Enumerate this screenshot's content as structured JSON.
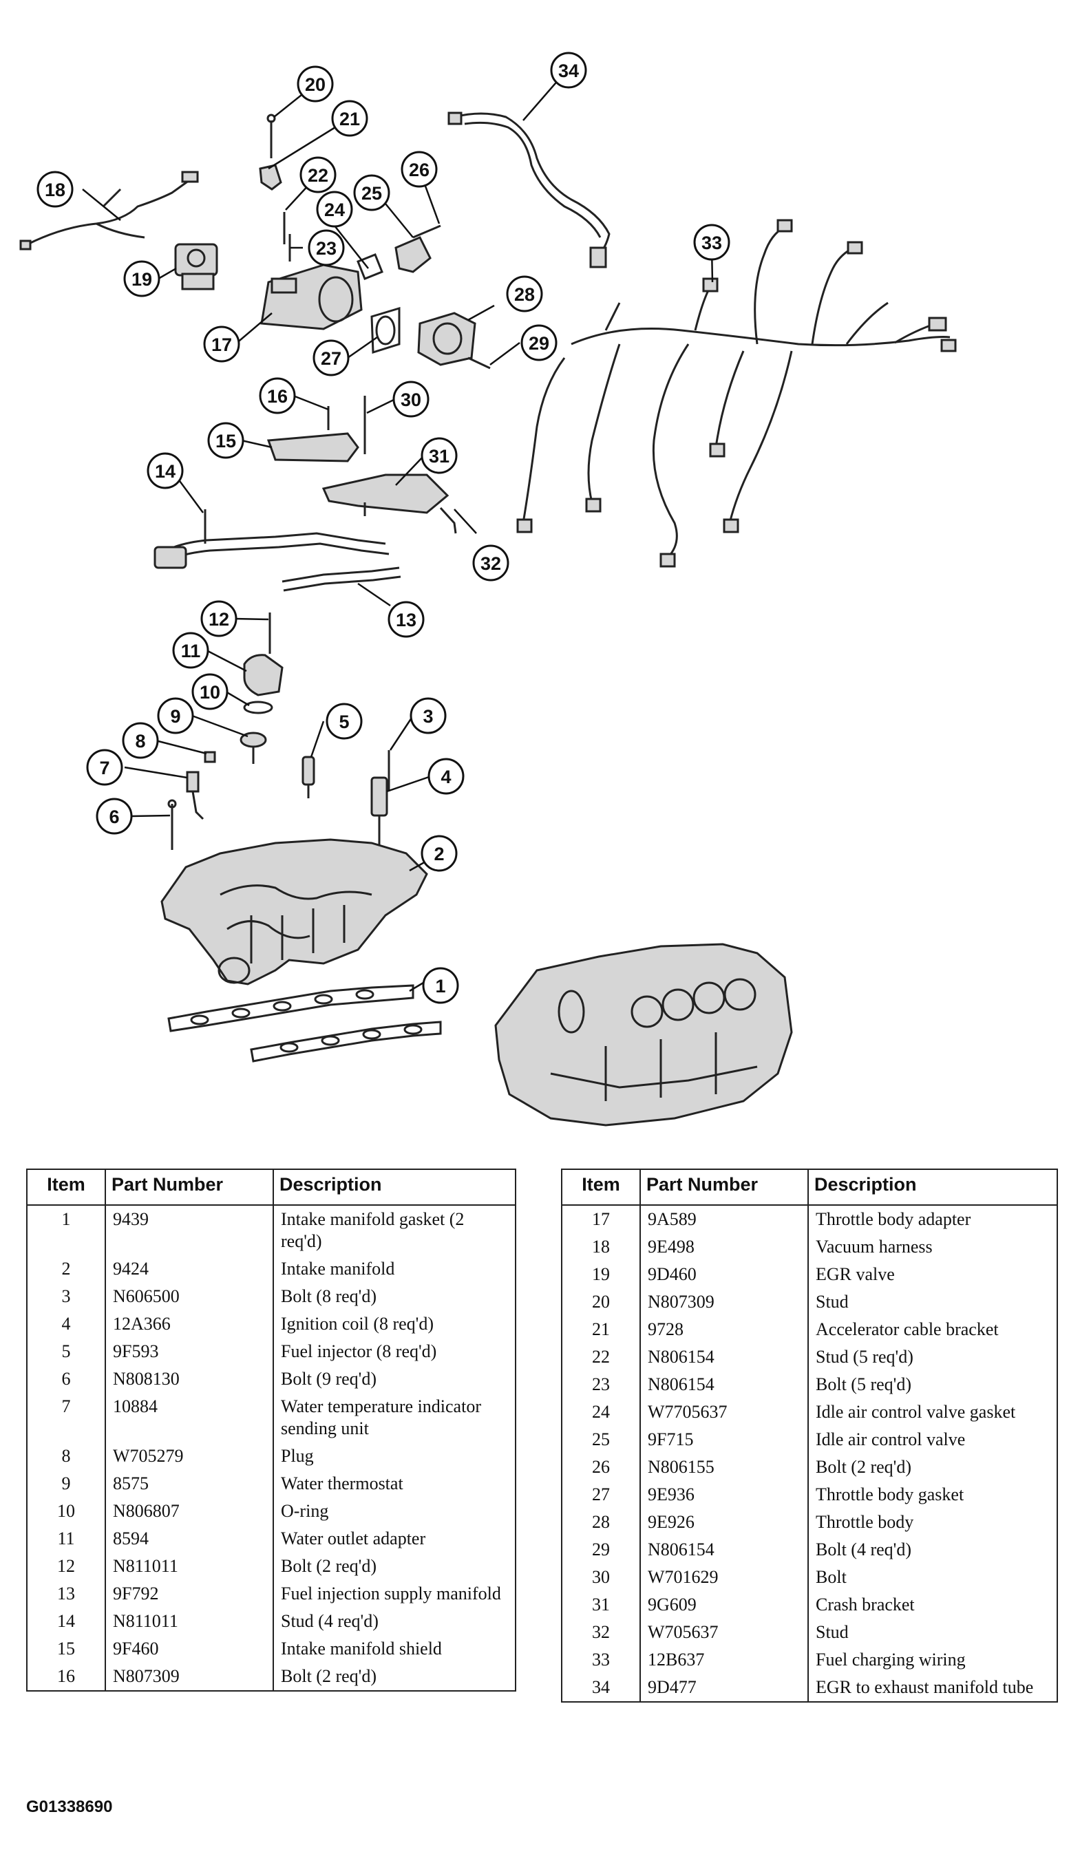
{
  "diagram": {
    "callouts": [
      "1",
      "2",
      "3",
      "4",
      "5",
      "6",
      "7",
      "8",
      "9",
      "10",
      "11",
      "12",
      "13",
      "14",
      "15",
      "16",
      "17",
      "18",
      "19",
      "20",
      "21",
      "22",
      "23",
      "24",
      "25",
      "26",
      "27",
      "28",
      "29",
      "30",
      "31",
      "32",
      "33",
      "34"
    ]
  },
  "table": {
    "headers": {
      "item": "Item",
      "part_number": "Part Number",
      "description": "Description"
    },
    "left_rows": [
      {
        "item": "1",
        "part": "9439",
        "desc": "Intake manifold gasket (2 req'd)"
      },
      {
        "item": "2",
        "part": "9424",
        "desc": "Intake manifold"
      },
      {
        "item": "3",
        "part": "N606500",
        "desc": "Bolt (8 req'd)"
      },
      {
        "item": "4",
        "part": "12A366",
        "desc": "Ignition coil (8 req'd)"
      },
      {
        "item": "5",
        "part": "9F593",
        "desc": "Fuel injector (8 req'd)"
      },
      {
        "item": "6",
        "part": "N808130",
        "desc": "Bolt (9 req'd)"
      },
      {
        "item": "7",
        "part": "10884",
        "desc": "Water temperature indicator sending unit"
      },
      {
        "item": "8",
        "part": "W705279",
        "desc": "Plug"
      },
      {
        "item": "9",
        "part": "8575",
        "desc": "Water thermostat"
      },
      {
        "item": "10",
        "part": "N806807",
        "desc": "O-ring"
      },
      {
        "item": "11",
        "part": "8594",
        "desc": "Water outlet adapter"
      },
      {
        "item": "12",
        "part": "N811011",
        "desc": "Bolt (2 req'd)"
      },
      {
        "item": "13",
        "part": "9F792",
        "desc": "Fuel injection supply manifold"
      },
      {
        "item": "14",
        "part": "N811011",
        "desc": "Stud (4 req'd)"
      },
      {
        "item": "15",
        "part": "9F460",
        "desc": "Intake manifold shield"
      },
      {
        "item": "16",
        "part": "N807309",
        "desc": "Bolt (2 req'd)"
      }
    ],
    "right_rows": [
      {
        "item": "17",
        "part": "9A589",
        "desc": "Throttle body adapter"
      },
      {
        "item": "18",
        "part": "9E498",
        "desc": "Vacuum harness"
      },
      {
        "item": "19",
        "part": "9D460",
        "desc": "EGR valve"
      },
      {
        "item": "20",
        "part": "N807309",
        "desc": "Stud"
      },
      {
        "item": "21",
        "part": "9728",
        "desc": "Accelerator cable bracket"
      },
      {
        "item": "22",
        "part": "N806154",
        "desc": "Stud (5 req'd)"
      },
      {
        "item": "23",
        "part": "N806154",
        "desc": "Bolt (5 req'd)"
      },
      {
        "item": "24",
        "part": "W7705637",
        "desc": "Idle air control valve gasket"
      },
      {
        "item": "25",
        "part": "9F715",
        "desc": "Idle air control valve"
      },
      {
        "item": "26",
        "part": "N806155",
        "desc": "Bolt (2 req'd)"
      },
      {
        "item": "27",
        "part": "9E936",
        "desc": "Throttle body gasket"
      },
      {
        "item": "28",
        "part": "9E926",
        "desc": "Throttle body"
      },
      {
        "item": "29",
        "part": "N806154",
        "desc": "Bolt (4 req'd)"
      },
      {
        "item": "30",
        "part": "W701629",
        "desc": "Bolt"
      },
      {
        "item": "31",
        "part": "9G609",
        "desc": "Crash bracket"
      },
      {
        "item": "32",
        "part": "W705637",
        "desc": "Stud"
      },
      {
        "item": "33",
        "part": "12B637",
        "desc": "Fuel charging wiring"
      },
      {
        "item": "34",
        "part": "9D477",
        "desc": "EGR to exhaust manifold tube"
      }
    ]
  },
  "figure_id": "G01338690"
}
